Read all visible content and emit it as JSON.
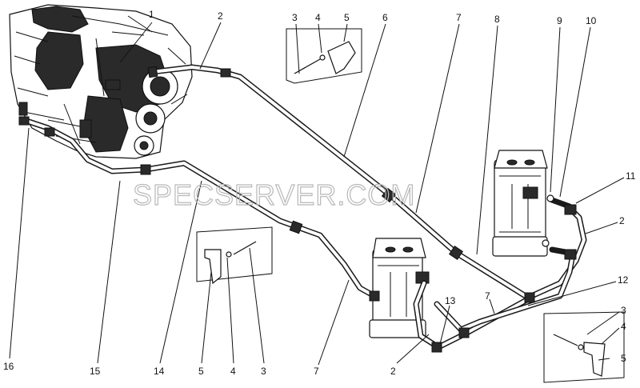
{
  "watermark": "SPECSERVER.COM",
  "callouts": {
    "c1": "1",
    "c2a": "2",
    "c3a": "3",
    "c4a": "4",
    "c5a": "5",
    "c6": "6",
    "c7a": "7",
    "c8": "8",
    "c9": "9",
    "c10": "10",
    "c11": "11",
    "c2b": "2",
    "c12": "12",
    "c3b": "3",
    "c4b": "4",
    "c5b": "5",
    "c13": "13",
    "c7b": "7",
    "c2c": "2",
    "c7c": "7",
    "c3c": "3",
    "c4c": "4",
    "c5c": "5",
    "c14": "14",
    "c15": "15",
    "c16": "16"
  }
}
